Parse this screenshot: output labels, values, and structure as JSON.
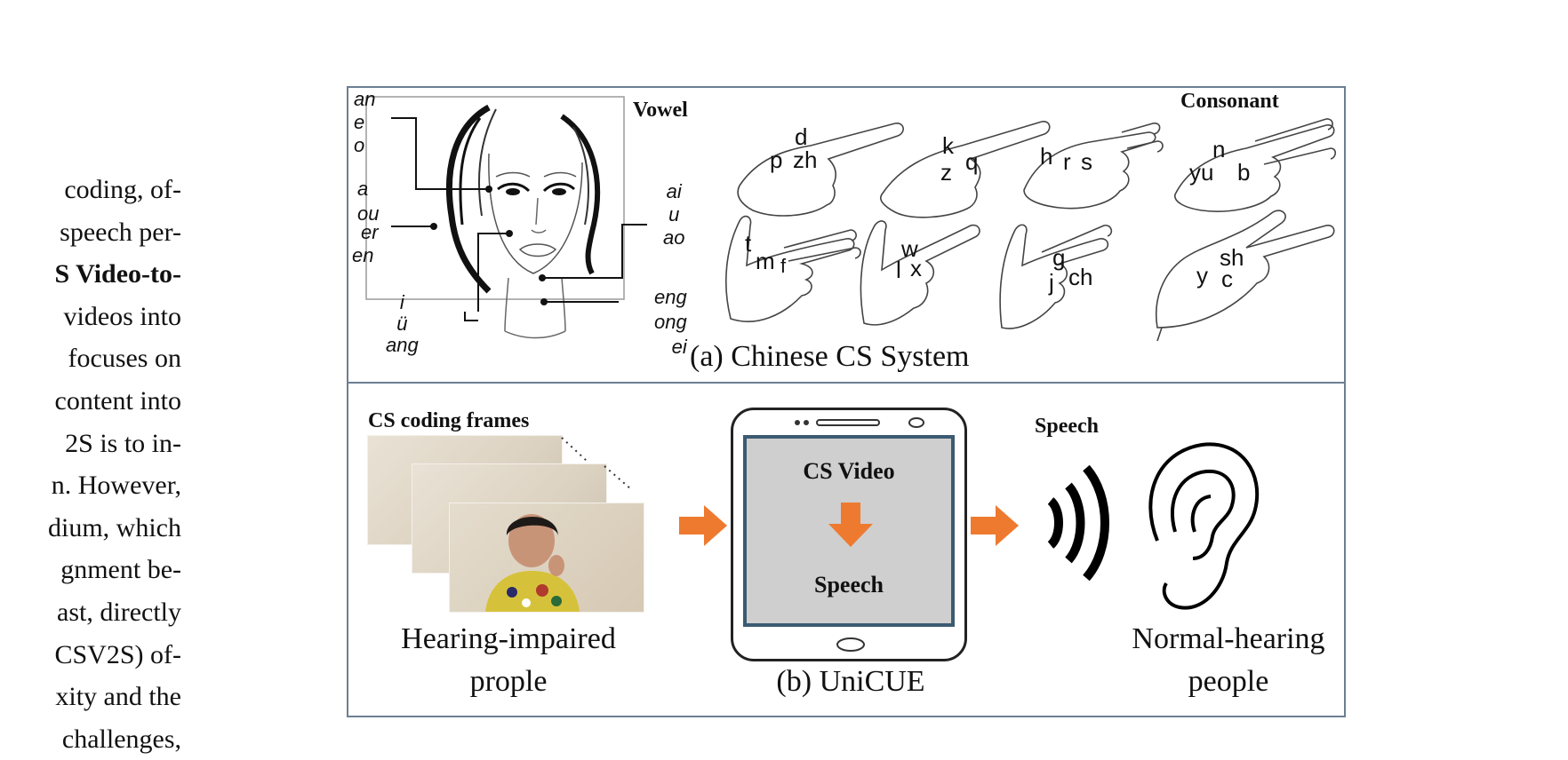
{
  "body_text": {
    "lines": [
      "coding, of-",
      "speech per-",
      "S Video-to-",
      "videos into",
      "focuses on",
      "content into",
      "2S is to in-",
      "n. However,",
      "dium, which",
      "gnment be-",
      "ast, directly",
      "CSV2S) of-",
      "xity and the",
      "challenges,"
    ]
  },
  "figure": {
    "part_a": {
      "vowel_heading": "Vowel",
      "consonant_heading": "Consonant",
      "caption": "(a) Chinese CS System",
      "vowel_labels": {
        "left_top": [
          "an",
          "e",
          "o"
        ],
        "left_mid": [
          "a",
          "ou"
        ],
        "er": "er",
        "en": "en",
        "bottom_left": [
          "i",
          "ü",
          "ang"
        ],
        "right_top": [
          "ai",
          "u",
          "ao"
        ],
        "right_bottom": [
          "eng",
          "ong",
          "ei"
        ]
      },
      "hands": [
        {
          "labels": [
            "d",
            "p",
            "zh"
          ]
        },
        {
          "labels": [
            "k",
            "z",
            "q"
          ]
        },
        {
          "labels": [
            "h",
            "r",
            "s"
          ]
        },
        {
          "labels": [
            "n",
            "yu",
            "b"
          ]
        },
        {
          "labels": [
            "t",
            "m",
            "f"
          ]
        },
        {
          "labels": [
            "w",
            "l",
            "x"
          ]
        },
        {
          "labels": [
            "g",
            "j",
            "ch"
          ]
        },
        {
          "labels": [
            "sh",
            "y",
            "c"
          ]
        }
      ]
    },
    "part_b": {
      "frames_heading": "CS coding frames",
      "speech_heading": "Speech",
      "screen_top": "CS Video",
      "screen_bottom": "Speech",
      "left_caption": [
        "Hearing-impaired",
        "prople"
      ],
      "center_caption": "(b) UniCUE",
      "right_caption": [
        "Normal-hearing",
        "people"
      ],
      "arrow_color": "#ee7a2f",
      "frame_color": "#6b7f93"
    }
  }
}
